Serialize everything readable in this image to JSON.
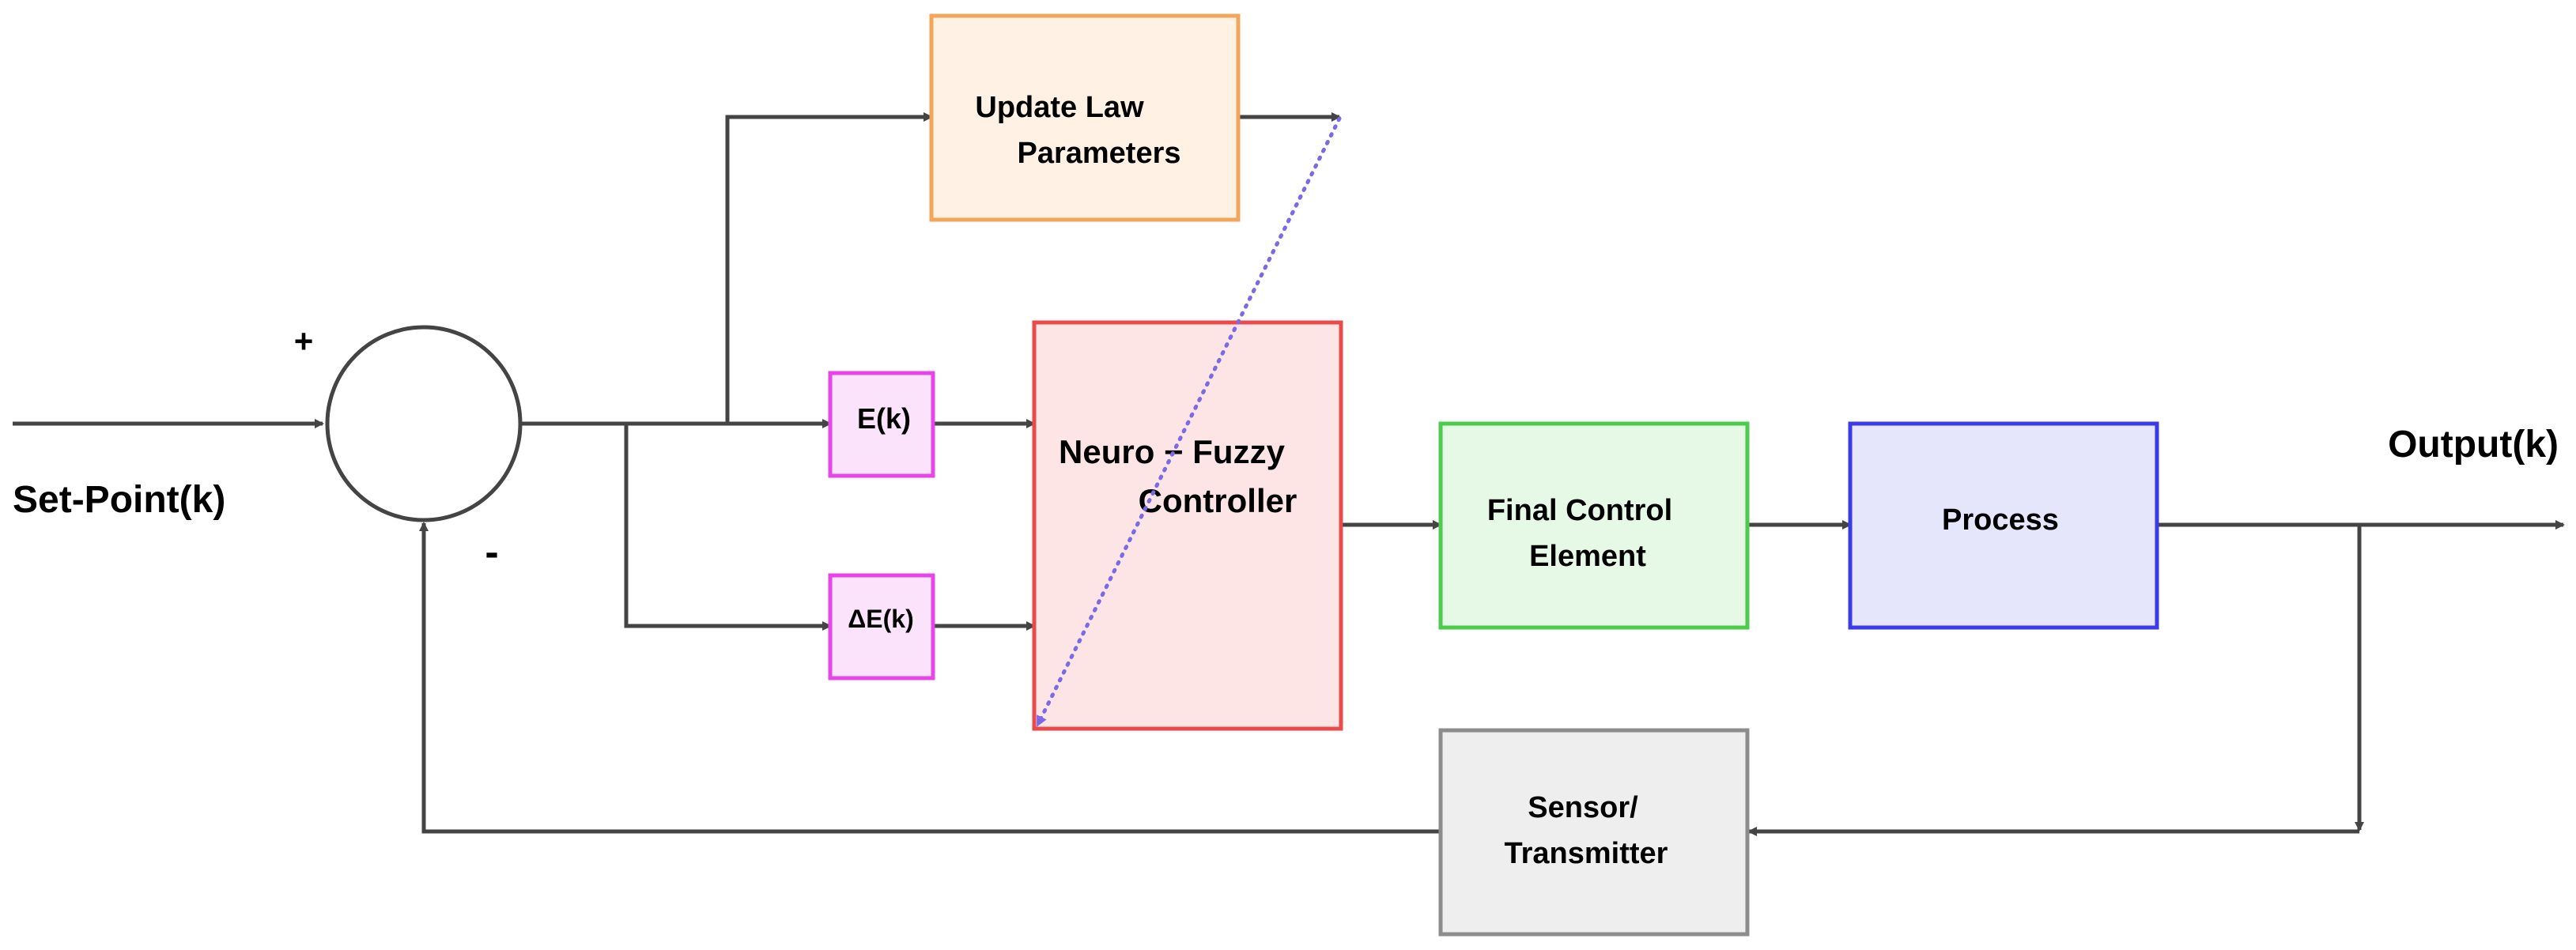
{
  "labels": {
    "setpoint": "Set-Point(k)",
    "output": "Output(k)",
    "plus": "+",
    "minus": "-"
  },
  "blocks": {
    "update_law": {
      "line1": "Update Law",
      "line2": "Parameters"
    },
    "error": {
      "label": "E(k)"
    },
    "delta_error": {
      "label": "ΔE(k)"
    },
    "controller": {
      "line1": "Neuro − Fuzzy",
      "line2": "Controller"
    },
    "final_control": {
      "line1": "Final Control",
      "line2": "Element"
    },
    "process": {
      "label": "Process"
    },
    "sensor": {
      "line1": "Sensor/",
      "line2": "Transmitter"
    }
  },
  "colors": {
    "line": "#444444",
    "update_law_stroke": "#f3a65a",
    "update_law_fill": "#fff1e3",
    "error_stroke": "#e845e8",
    "error_fill": "#fbe3fb",
    "controller_stroke": "#ea4a4a",
    "controller_fill": "#fde5e5",
    "final_control_stroke": "#4ccc4c",
    "final_control_fill": "#e6f9e6",
    "process_stroke": "#3a3aea",
    "process_fill": "#e5e5fb",
    "sensor_stroke": "#8c8c8c",
    "sensor_fill": "#eeeeee",
    "adaptation_arrow": "#7a6ae6"
  }
}
